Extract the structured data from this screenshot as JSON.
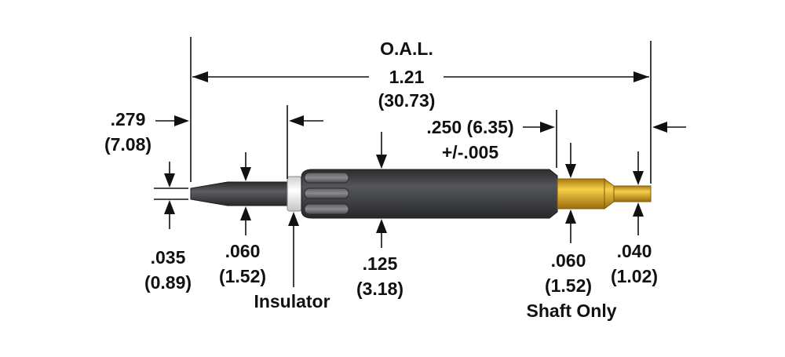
{
  "oal": {
    "label": "O.A.L.",
    "inch": "1.21",
    "mm": "(30.73)"
  },
  "tip_length": {
    "inch": ".279",
    "mm": "(7.08)"
  },
  "tip_point": {
    "inch": ".035",
    "mm": "(0.89)"
  },
  "tip_shaft": {
    "inch": ".060",
    "mm": "(1.52)"
  },
  "insulator": {
    "label": "Insulator"
  },
  "body_dia": {
    "inch": ".125",
    "mm": "(3.18)"
  },
  "rear_length": {
    "text": ".250 (6.35)",
    "tol": "+/-.005"
  },
  "rear_shaft": {
    "inch": ".060",
    "mm": "(1.52)",
    "note": "Shaft Only"
  },
  "pin_end": {
    "inch": ".040",
    "mm": "(1.02)"
  },
  "colors": {
    "body": "#3d3e40",
    "insulator": "#f2f2f2",
    "brass": "#d9a520",
    "line": "#111111"
  }
}
